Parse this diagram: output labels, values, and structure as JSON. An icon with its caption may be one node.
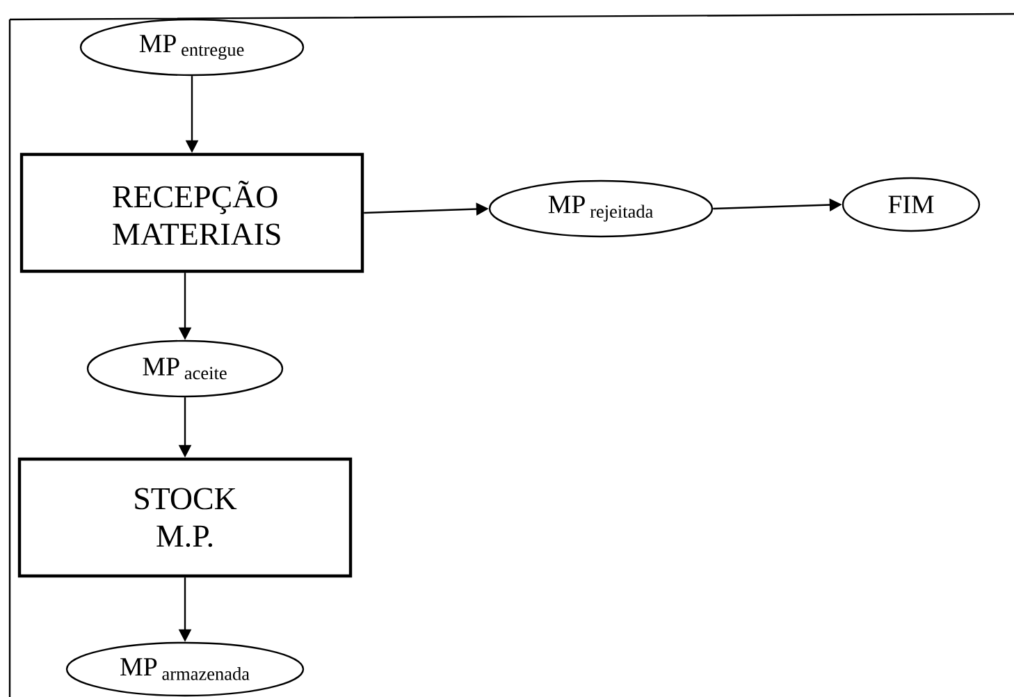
{
  "diagram": {
    "nodes": [
      {
        "text": [
          "\\mathrm{MP}\\,_{\\mathrm{entregue}}"
        ]
      },
      {
        "text": [
          "RECEPÇÃO MATERIAIS"
        ]
      },
      {
        "text": [
          "\\mathrm{MP}\\,_{\\mathrm{rejeitada}}"
        ]
      },
      {
        "text": [
          "FIM"
        ]
      },
      {
        "text": [
          "\\mathrm{MP}\\,_{\\mathrm{aceite}}"
        ]
      },
      {
        "text": [
          "STOCK M.P."
        ]
      },
      {
        "text": [
          "\\mathrm{MP}\\,_{\\mathrm{armazenada}}"
        ]
      }
    ],
    "edges": [
      {
        "from": 0,
        "to": 1,
        "arrow": "to"
      },
      {
        "from": 1,
        "to": 2,
        "arrow": "to"
      },
      {
        "from": 2,
        "to": 3,
        "arrow": "to"
      },
      {
        "from": 1,
        "to": 4,
        "arrow": "to"
      },
      {
        "from": 4,
        "to": 5,
        "arrow": "to"
      },
      {
        "from": 5,
        "to": 6,
        "arrow": "to"
      }
    ]
  }
}
